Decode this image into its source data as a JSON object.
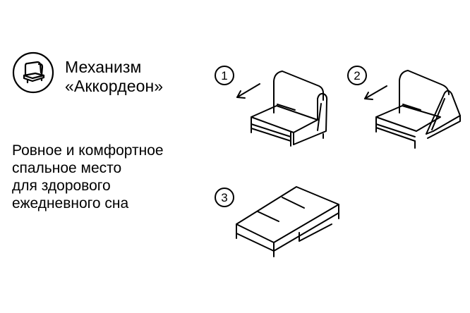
{
  "title": {
    "line1": "Механизм",
    "line2": "«Аккордеон»"
  },
  "description": {
    "line1": "Ровное и комфортное",
    "line2": "спальное место",
    "line3": "для здорового",
    "line4": "ежедневного сна"
  },
  "steps": [
    {
      "number": "1",
      "icon": "armchair-folded-icon",
      "arrow": "arrow-left-down-icon"
    },
    {
      "number": "2",
      "icon": "armchair-unfolding-icon",
      "arrow": "arrow-left-down-icon"
    },
    {
      "number": "3",
      "icon": "bed-unfolded-icon"
    }
  ],
  "colors": {
    "ink": "#000000",
    "background": "#ffffff"
  }
}
